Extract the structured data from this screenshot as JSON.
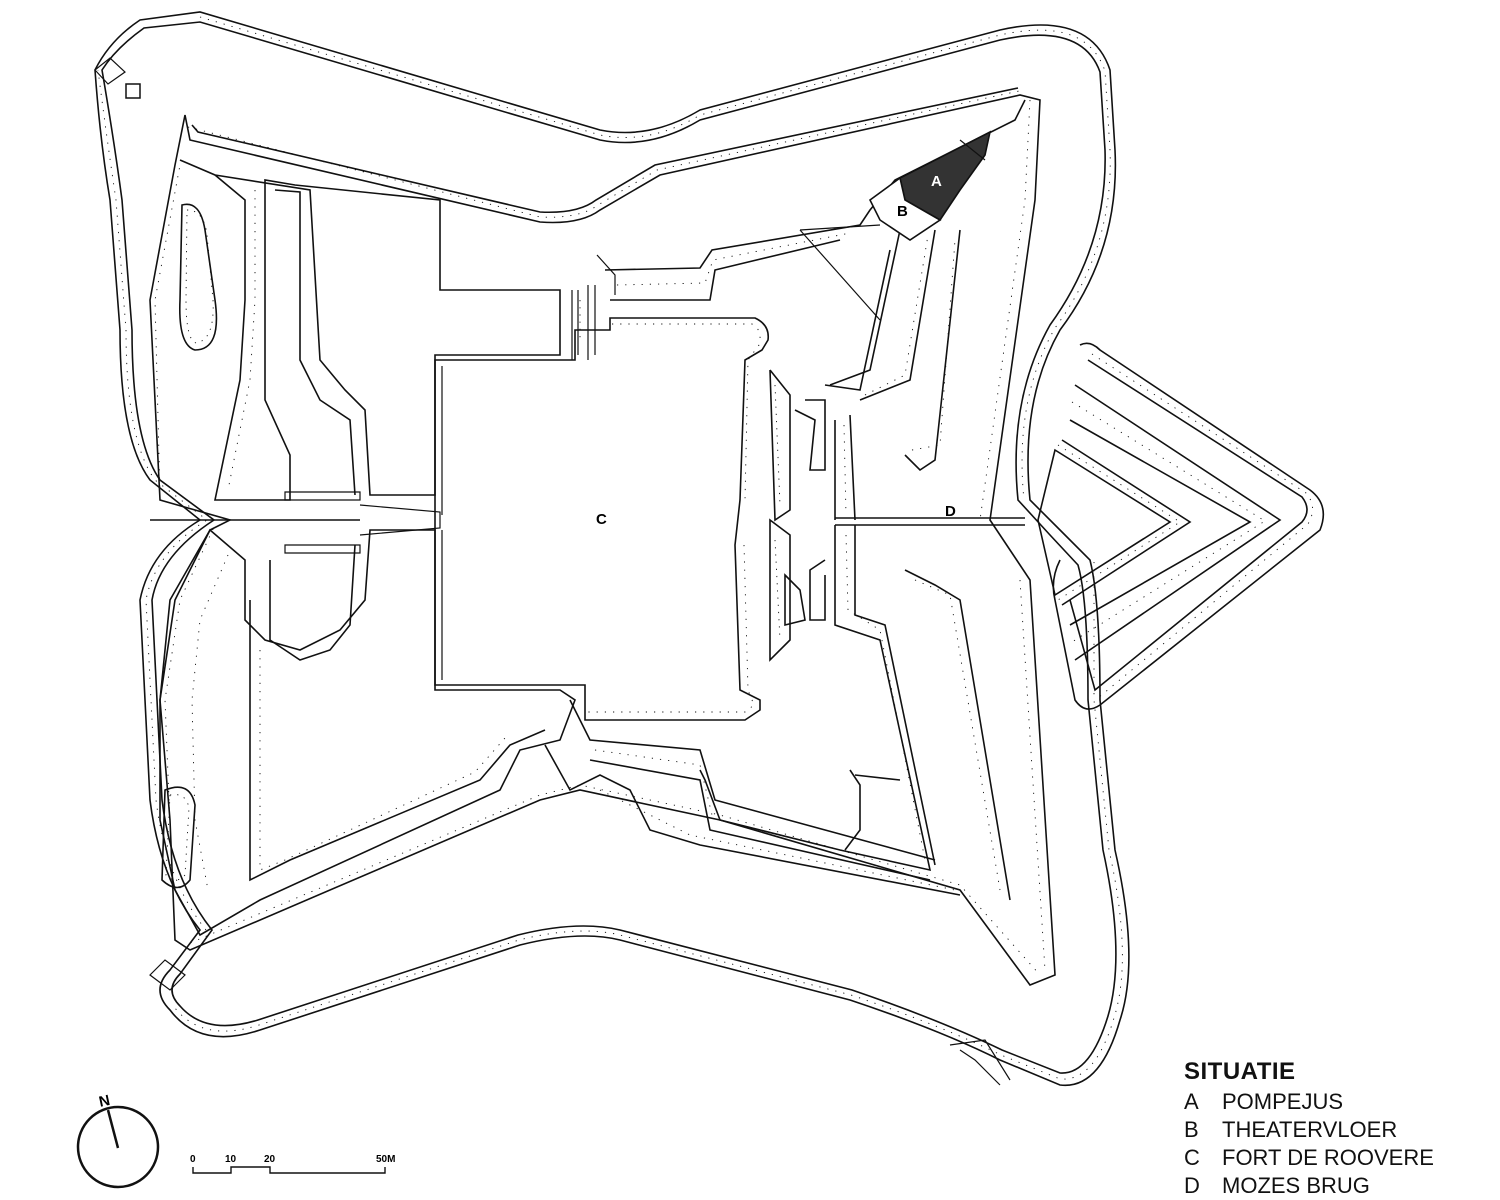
{
  "plan": {
    "labels": {
      "a": "A",
      "b": "B",
      "c": "C",
      "d": "D"
    },
    "colors": {
      "ink": "#111111",
      "paper": "#ffffff",
      "highlight": "#333333"
    }
  },
  "legend": {
    "title": "SITUATIE",
    "items": [
      {
        "key": "A",
        "label": "POMPEJUS"
      },
      {
        "key": "B",
        "label": "THEATERVLOER"
      },
      {
        "key": "C",
        "label": "FORT DE ROOVERE"
      },
      {
        "key": "D",
        "label": "MOZES BRUG"
      }
    ]
  },
  "compass": {
    "north_label": "N"
  },
  "scale_bar": {
    "ticks": [
      "0",
      "10",
      "20",
      "50M"
    ]
  }
}
